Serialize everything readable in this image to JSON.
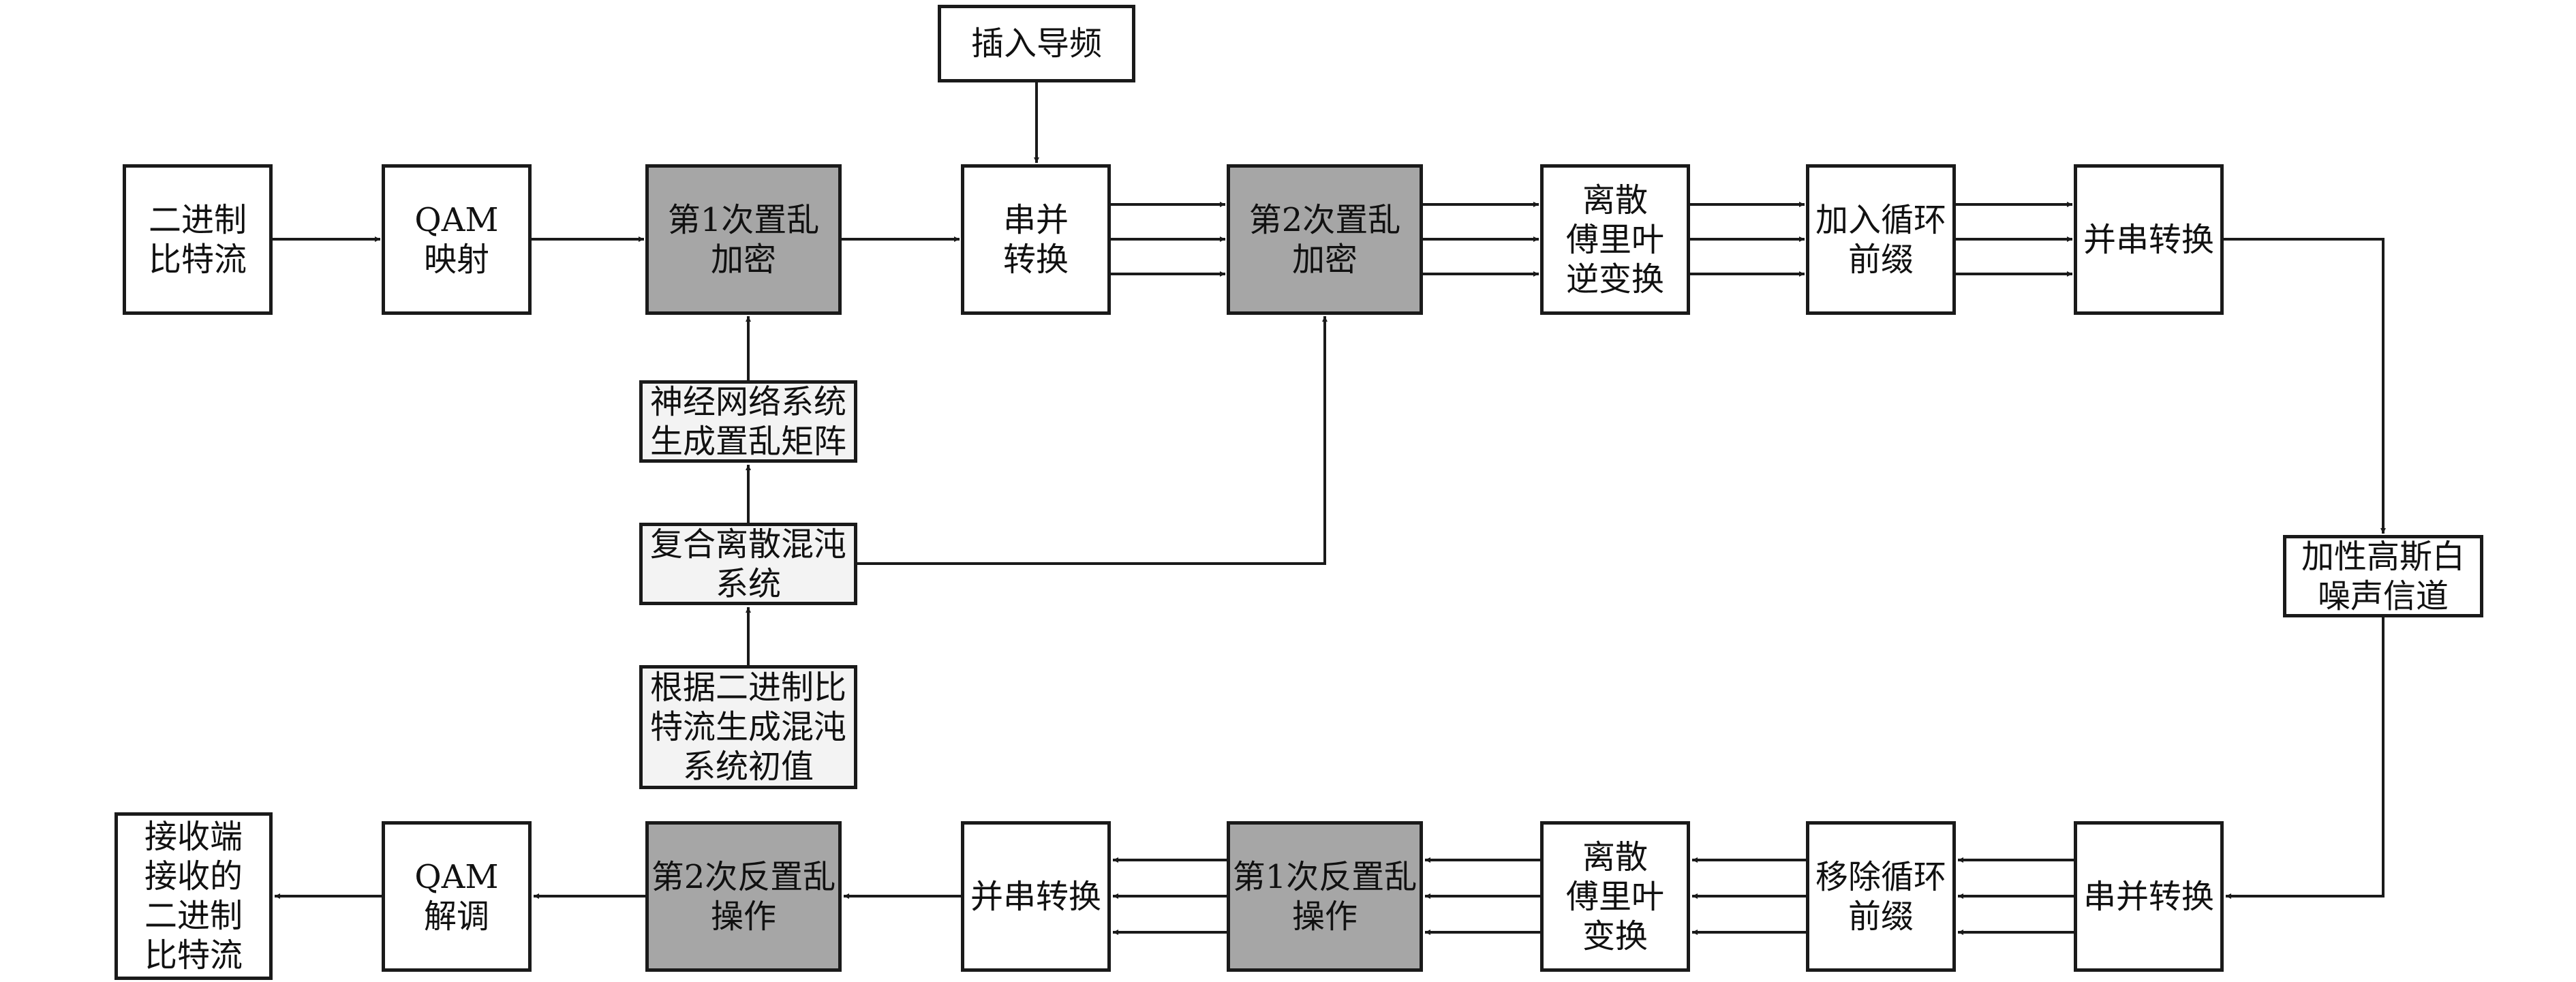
{
  "colors": {
    "stroke": "#1a1a1a",
    "encrypt_fill": "#a6a6a6",
    "chaos_fill": "#f3f3f3",
    "default_fill": "#ffffff"
  },
  "nodes": {
    "bits_in": "二进制\n比特流",
    "qam_map": "QAM\n映射",
    "scramble1": "第1次置乱\n加密",
    "pilot": "插入导频",
    "sp1": "串并\n转换",
    "scramble2": "第2次置乱\n加密",
    "idft": "离散\n傅里叶\n逆变换",
    "add_cp": "加入循环\n前缀",
    "ps1": "并串转换",
    "nn": "神经网络系统\n生成置乱矩阵",
    "chaos": "复合离散混沌\n系统",
    "init": "根据二进制比\n特流生成混沌\n系统初值",
    "awgn": "加性高斯白\n噪声信道",
    "sp2": "串并转换",
    "rm_cp": "移除循环\n前缀",
    "dft": "离散\n傅里叶\n变换",
    "descramble1": "第1次反置乱\n操作",
    "ps2": "并串转换",
    "descramble2": "第2次反置乱\n操作",
    "qam_demod": "QAM\n解调",
    "bits_out": "接收端\n接收的\n二进制\n比特流"
  }
}
